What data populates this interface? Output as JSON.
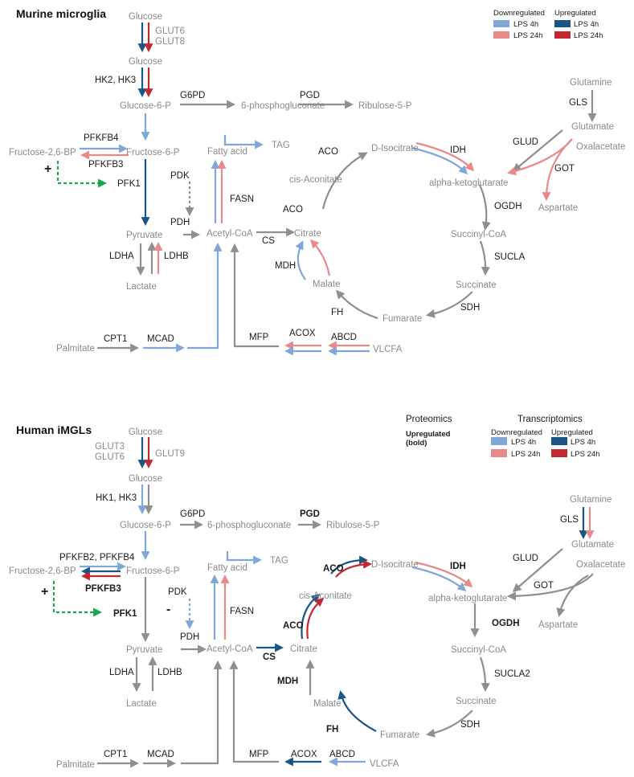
{
  "colors": {
    "grey": "#8f8f8f",
    "down_4h": "#7fa8d9",
    "down_24h": "#e88a8a",
    "up_4h": "#1a5585",
    "up_24h": "#c12831",
    "activation": "#1aa64a"
  },
  "panel1": {
    "title": "Murine microglia",
    "legend": {
      "downregulated": "Downregulated",
      "upregulated": "Upregulated",
      "lps4h": "LPS 4h",
      "lps24h": "LPS 24h"
    },
    "metabolites": {
      "glucose_out": "Glucose",
      "glucose_in": "Glucose",
      "g6p": "Glucose-6-P",
      "pg6": "6-phosphogluconate",
      "ru5p": "Ribulose-5-P",
      "f26bp": "Fructose-2,6-BP",
      "f6p": "Fructose-6-P",
      "pyruvate": "Pyruvate",
      "lactate": "Lactate",
      "accoa": "Acetyl-CoA",
      "fattyacid": "Fatty acid",
      "tag": "TAG",
      "citrate": "Citrate",
      "cisacon": "cis-Aconitate",
      "disocit": "D-Isocitrate",
      "akg": "alpha-ketoglutarate",
      "succoa": "Succinyl-CoA",
      "succinate": "Succinate",
      "fumarate": "Fumarate",
      "malate": "Malate",
      "glutamine": "Glutamine",
      "glutamate": "Glutamate",
      "oxaloacetate": "Oxalacetate",
      "aspartate": "Aspartate",
      "palmitate": "Palmitate",
      "vlcfa": "VLCFA"
    },
    "enzymes": {
      "glut": "GLUT6\nGLUT8",
      "hk": "HK2, HK3",
      "g6pd": "G6PD",
      "pgd": "PGD",
      "pfkfb4": "PFKFB4",
      "pfkfb3": "PFKFB3",
      "pfk1": "PFK1",
      "pdk": "PDK",
      "pdh": "PDH",
      "ldha": "LDHA",
      "ldhb": "LDHB",
      "fasn": "FASN",
      "cs": "CS",
      "aco1": "ACO",
      "aco2": "ACO",
      "idh": "IDH",
      "ogdh": "OGDH",
      "sucla": "SUCLA",
      "sdh": "SDH",
      "fh": "FH",
      "mdh": "MDH",
      "gls": "GLS",
      "glud": "GLUD",
      "got": "GOT",
      "cpt1": "CPT1",
      "mcad": "MCAD",
      "mfp": "MFP",
      "acox": "ACOX",
      "abcd": "ABCD"
    },
    "signs": {
      "plus": "+"
    }
  },
  "panel2": {
    "title": "Human iMGLs",
    "legend": {
      "proteomics": "Proteomics",
      "upregulated_bold": "Upregulated\n(bold)",
      "transcriptomics": "Transcriptomics",
      "downregulated": "Downregulated",
      "upregulated": "Upregulated",
      "lps4h": "LPS 4h",
      "lps24h": "LPS 24h"
    },
    "metabolites": {
      "glucose_out": "Glucose",
      "glucose_in": "Glucose",
      "g6p": "Glucose-6-P",
      "pg6": "6-phosphogluconate",
      "ru5p": "Ribulose-5-P",
      "f26bp": "Fructose-2,6-BP",
      "f6p": "Fructose-6-P",
      "pyruvate": "Pyruvate",
      "lactate": "Lactate",
      "accoa": "Acetyl-CoA",
      "fattyacid": "Fatty acid",
      "tag": "TAG",
      "citrate": "Citrate",
      "cisacon": "cis-Aconitate",
      "disocit": "D-Isocitrate",
      "akg": "alpha-ketoglutarate",
      "succoa": "Succinyl-CoA",
      "succinate": "Succinate",
      "fumarate": "Fumarate",
      "malate": "Malate",
      "glutamine": "Glutamine",
      "glutamate": "Glutamate",
      "oxaloacetate": "Oxalacetate",
      "aspartate": "Aspartate",
      "palmitate": "Palmitate",
      "vlcfa": "VLCFA"
    },
    "enzymes": {
      "glut": "GLUT3\nGLUT6",
      "glut9": "GLUT9",
      "hk": "HK1, HK3",
      "g6pd": "G6PD",
      "pgd": "PGD",
      "pfkfb24": "PFKFB2, PFKFB4",
      "pfkfb3": "PFKFB3",
      "pfk1": "PFK1",
      "pdk": "PDK",
      "pdh": "PDH",
      "ldha": "LDHA",
      "ldhb": "LDHB",
      "fasn": "FASN",
      "cs": "CS",
      "aco1": "ACO",
      "aco2": "ACO",
      "idh": "IDH",
      "ogdh": "OGDH",
      "sucla2": "SUCLA2",
      "sdh": "SDH",
      "fh": "FH",
      "mdh": "MDH",
      "gls": "GLS",
      "glud": "GLUD",
      "got": "GOT",
      "cpt1": "CPT1",
      "mcad": "MCAD",
      "mfp": "MFP",
      "acox": "ACOX",
      "abcd": "ABCD"
    },
    "signs": {
      "plus": "+",
      "minus": "-"
    }
  }
}
